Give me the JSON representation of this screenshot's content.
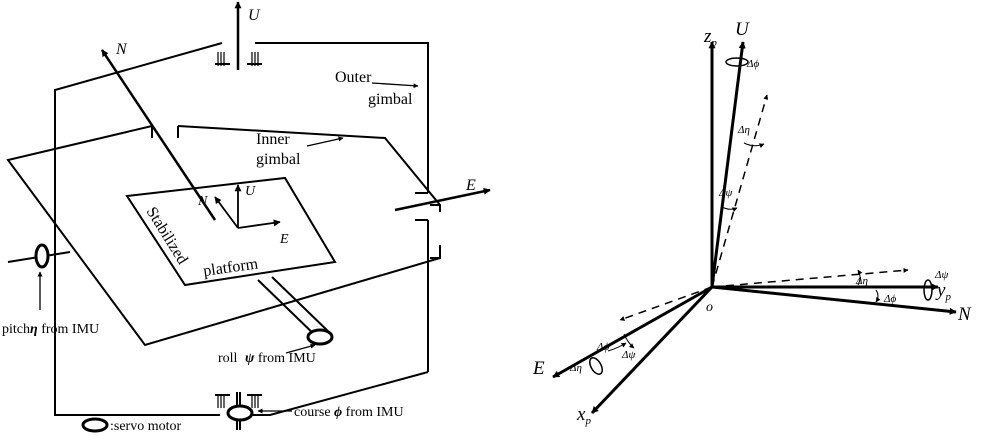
{
  "left_diagram": {
    "axis_u_top": "U",
    "axis_n_top": "N",
    "axis_e_right": "E",
    "platform_n": "N",
    "platform_u": "U",
    "platform_e": "E",
    "outer_gimbal_line1": "Outer",
    "outer_gimbal_line2": "gimbal",
    "inner_gimbal_line1": "Inner",
    "inner_gimbal_line2": "gimbal",
    "stabilized": "Stabilized",
    "platform": "platform",
    "pitch_prefix": "pitch",
    "pitch_symbol": "η",
    "pitch_suffix": " from IMU",
    "roll_prefix": "roll ",
    "roll_symbol": "ψ",
    "roll_suffix": " from IMU",
    "course_prefix": "course ",
    "course_symbol": "ϕ",
    "course_suffix": " from IMU",
    "legend_servo": ":servo motor"
  },
  "right_diagram": {
    "zp_main": "z",
    "zp_sub": "p",
    "u_label": "U",
    "yp_main": "y",
    "yp_sub": "p",
    "n_label": "N",
    "xp_main": "x",
    "xp_sub": "p",
    "e_label": "E",
    "origin": "o",
    "delta_phi_top": "Δϕ",
    "delta_eta_z": "Δη",
    "delta_psi_z": "Δψ",
    "delta_eta_y": "Δη",
    "delta_psi_y": "Δψ",
    "delta_phi_y": "Δϕ",
    "delta_phi_x": "Δϕ",
    "delta_psi_x": "Δψ",
    "delta_eta_x": "Δη"
  }
}
